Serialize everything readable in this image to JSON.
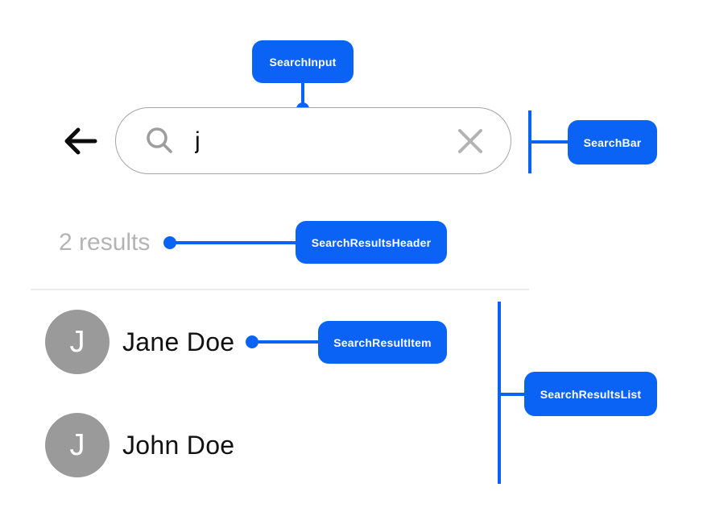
{
  "annotations": {
    "search_input": "SearchInput",
    "search_bar": "SearchBar",
    "search_results_header": "SearchResultsHeader",
    "search_result_item": "SearchResultItem",
    "search_results_list": "SearchResultsList"
  },
  "search": {
    "query": "j"
  },
  "results": {
    "header": "2 results",
    "items": [
      {
        "initial": "J",
        "name": "Jane Doe"
      },
      {
        "initial": "J",
        "name": "John Doe"
      }
    ]
  },
  "icons": {
    "back": "back-arrow",
    "search": "magnifier",
    "clear": "x-cross"
  },
  "colors": {
    "annotation_blue": "#0a63f5",
    "border_gray": "#a6a6a6",
    "icon_gray": "#9e9e9e",
    "clear_gray": "#b3b3b3",
    "muted_text": "#b4b4b4",
    "avatar_gray": "#9a9a9a",
    "text_black": "#111111"
  }
}
